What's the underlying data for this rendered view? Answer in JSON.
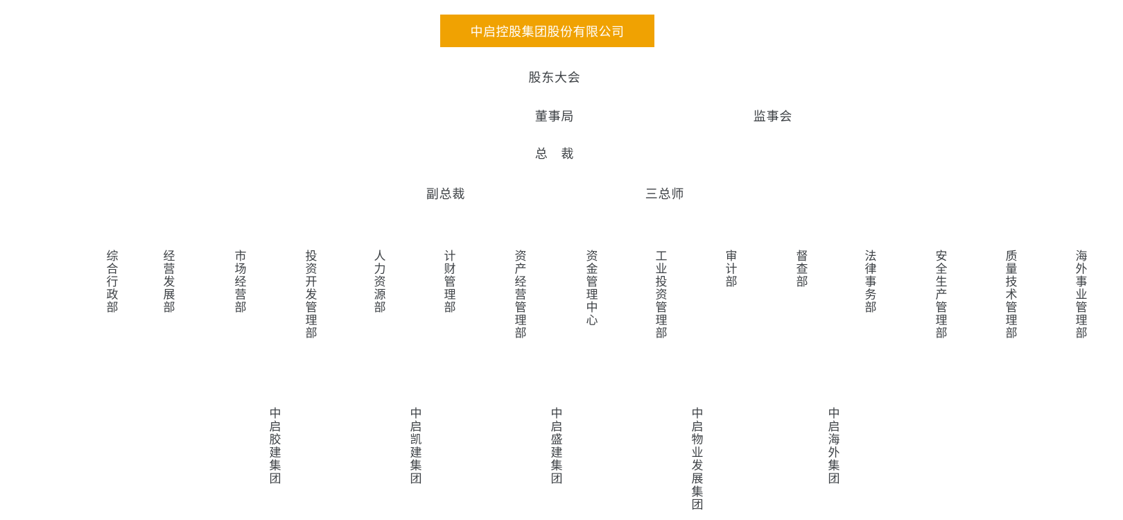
{
  "org": {
    "company": "中启控股集团股份有限公司",
    "governance": {
      "shareholders_meeting": "股东大会",
      "board_of_directors": "董事局",
      "supervisory_board": "监事会",
      "president": "总　裁",
      "vice_president": "副总裁",
      "three_chiefs": "三总师"
    },
    "departments": [
      "综合行政部",
      "经营发展部",
      "市场经营部",
      "投资开发管理部",
      "人力资源部",
      "计财管理部",
      "资产经营管理部",
      "资金管理中心",
      "工业投资管理部",
      "审计部",
      "督查部",
      "法律事务部",
      "安全生产管理部",
      "质量技术管理部",
      "海外事业管理部"
    ],
    "subsidiaries": [
      "中启胶建集团",
      "中启凯建集团",
      "中启盛建集团",
      "中启物业发展集团",
      "中启海外集团"
    ],
    "colors": {
      "header_bg": "#F0A202",
      "header_text": "#FFFFFF",
      "label_text": "#3D4145",
      "background": "#FFFFFF"
    }
  }
}
